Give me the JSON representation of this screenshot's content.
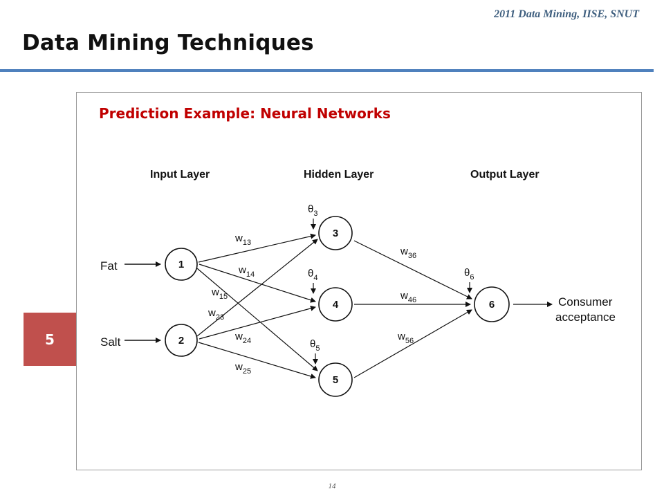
{
  "header": {
    "course": "2011 Data Mining, IISE, SNUT",
    "title": "Data Mining Techniques"
  },
  "section_number": "5",
  "subtitle": "Prediction Example: Neural Networks",
  "diagram": {
    "layers": {
      "input": "Input Layer",
      "hidden": "Hidden Layer",
      "output": "Output Layer"
    },
    "inputs": {
      "fat": "Fat",
      "salt": "Salt"
    },
    "nodes": {
      "n1": "1",
      "n2": "2",
      "n3": "3",
      "n4": "4",
      "n5": "5",
      "n6": "6"
    },
    "weights": {
      "w13": {
        "w": "w",
        "sub": "13"
      },
      "w14": {
        "w": "w",
        "sub": "14"
      },
      "w15": {
        "w": "w",
        "sub": "15"
      },
      "w23": {
        "w": "w",
        "sub": "23"
      },
      "w24": {
        "w": "w",
        "sub": "24"
      },
      "w25": {
        "w": "w",
        "sub": "25"
      },
      "w36": {
        "w": "w",
        "sub": "36"
      },
      "w46": {
        "w": "w",
        "sub": "46"
      },
      "w56": {
        "w": "w",
        "sub": "56"
      }
    },
    "thetas": {
      "t3": {
        "sym": "θ",
        "sub": "3"
      },
      "t4": {
        "sym": "θ",
        "sub": "4"
      },
      "t5": {
        "sym": "θ",
        "sub": "5"
      },
      "t6": {
        "sym": "θ",
        "sub": "6"
      }
    },
    "output": {
      "line1": "Consumer",
      "line2": "acceptance"
    }
  },
  "footer": {
    "page": "14"
  }
}
